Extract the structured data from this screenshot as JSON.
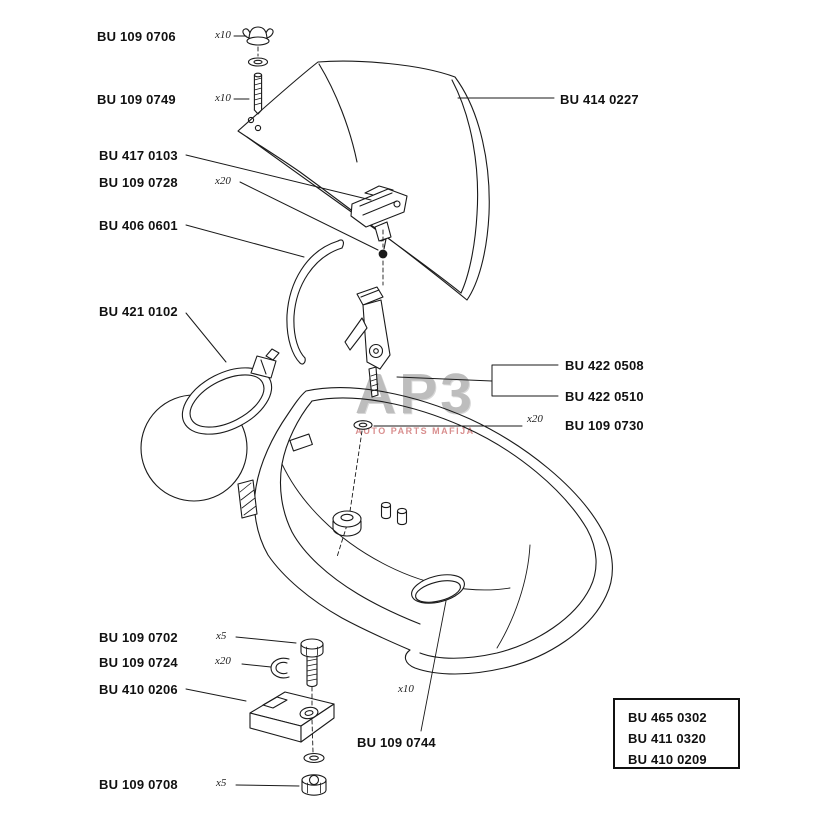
{
  "diagram": {
    "watermark": {
      "text": "AP3",
      "subtext": "AUTO PARTS MAFIJA"
    },
    "labels": {
      "bu1090706": {
        "text": "BU 109 0706",
        "qty": "x10"
      },
      "bu1090749": {
        "text": "BU 109 0749",
        "qty": "x10"
      },
      "bu4170103": {
        "text": "BU 417 0103"
      },
      "bu1090728": {
        "text": "BU 109 0728",
        "qty": "x20"
      },
      "bu4060601": {
        "text": "BU 406 0601"
      },
      "bu4210102": {
        "text": "BU 421 0102"
      },
      "bu4140227": {
        "text": "BU 414 0227"
      },
      "bu4220508": {
        "text": "BU 422 0508"
      },
      "bu4220510": {
        "text": "BU 422 0510"
      },
      "bu1090730": {
        "text": "BU 109 0730",
        "qty": "x20"
      },
      "bu1090702": {
        "text": "BU 109 0702",
        "qty": "x5"
      },
      "bu1090724": {
        "text": "BU 109 0724",
        "qty": "x20"
      },
      "bu4100206": {
        "text": "BU 410 0206"
      },
      "bu1090708": {
        "text": "BU 109 0708",
        "qty": "x5"
      },
      "bu1090744": {
        "text": "BU 109 0744",
        "qty": "x10"
      }
    },
    "legend": {
      "items": [
        "BU 465 0302",
        "BU 411 0320",
        "BU 410 0209"
      ]
    }
  }
}
